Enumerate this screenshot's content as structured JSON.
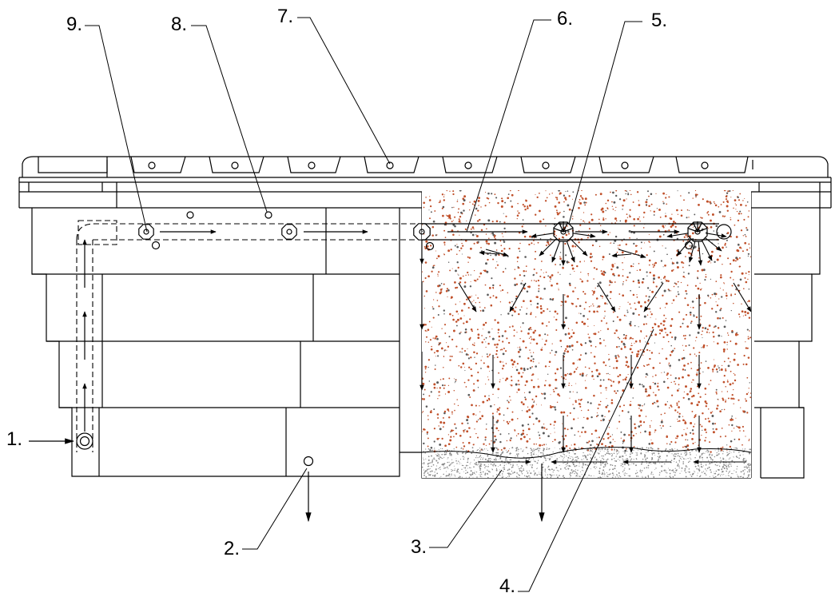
{
  "callouts": [
    {
      "id": "1",
      "text": "1."
    },
    {
      "id": "2",
      "text": "2."
    },
    {
      "id": "3",
      "text": "3."
    },
    {
      "id": "4",
      "text": "4."
    },
    {
      "id": "5",
      "text": "5."
    },
    {
      "id": "6",
      "text": "6."
    },
    {
      "id": "7",
      "text": "7."
    },
    {
      "id": "8",
      "text": "8."
    },
    {
      "id": "9",
      "text": "9."
    }
  ],
  "colors": {
    "line": "#000000",
    "media_speckle": "#c0502a",
    "media_speckle_secondary": "#5a5a5a",
    "gravel_speckle": "#888888"
  }
}
